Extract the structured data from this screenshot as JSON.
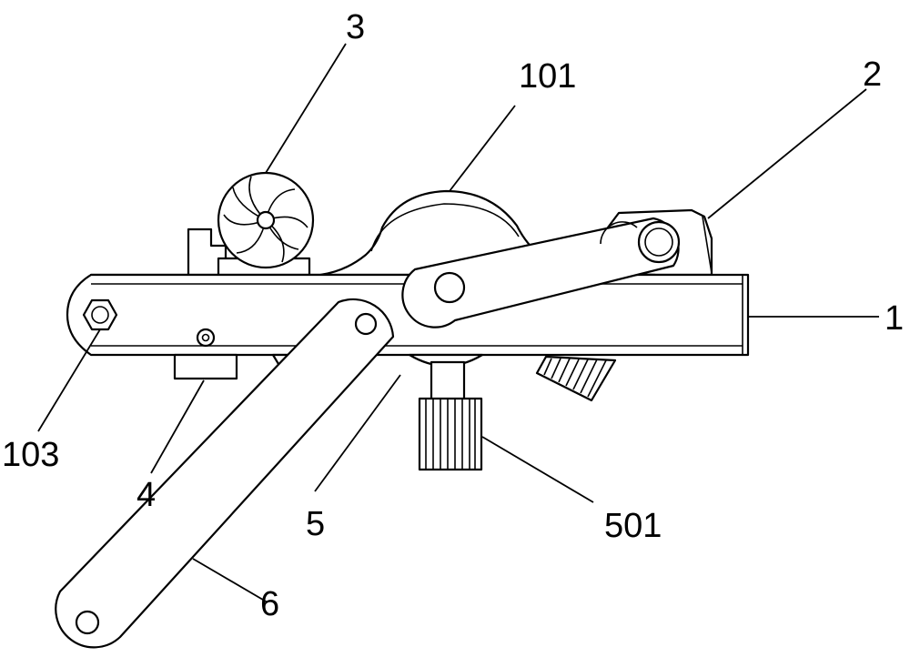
{
  "labels": {
    "l1": "1",
    "l2": "2",
    "l3": "3",
    "l4": "4",
    "l5": "5",
    "l6": "6",
    "l101": "101",
    "l103": "103",
    "l501": "501"
  }
}
